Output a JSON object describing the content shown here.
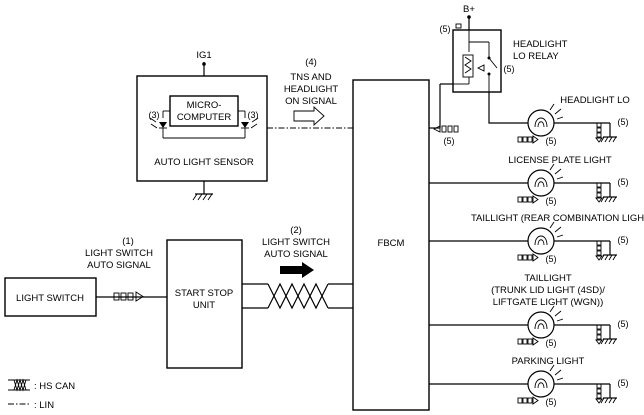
{
  "blocks": {
    "light_switch": "LIGHT SWITCH",
    "start_stop_line1": "START STOP",
    "start_stop_line2": "UNIT",
    "fbcm": "FBCM",
    "micro_line1": "MICRO-",
    "micro_line2": "COMPUTER",
    "auto_light_sensor": "AUTO LIGHT SENSOR",
    "relay_line1": "HEADLIGHT",
    "relay_line2": "LO RELAY"
  },
  "power": {
    "ig1": "IG1",
    "bplus": "B+"
  },
  "signals": {
    "s1_num": "(1)",
    "s1_line1": "LIGHT SWITCH",
    "s1_line2": "AUTO SIGNAL",
    "s2_num": "(2)",
    "s2_line1": "LIGHT SWITCH",
    "s2_line2": "AUTO SIGNAL",
    "s4_num": "(4)",
    "s4_line1": "TNS AND",
    "s4_line2": "HEADLIGHT",
    "s4_line3": "ON SIGNAL"
  },
  "loads": [
    {
      "lines": [
        "HEADLIGHT LO"
      ]
    },
    {
      "lines": [
        "LICENSE PLATE LIGHT"
      ]
    },
    {
      "lines": [
        "TAILLIGHT (REAR COMBINATION LIGHT)"
      ]
    },
    {
      "lines": [
        "TAILLIGHT",
        "(TRUNK LID LIGHT (4SD)/",
        "LIFTGATE LIGHT (WGN))"
      ]
    },
    {
      "lines": [
        "PARKING LIGHT"
      ]
    }
  ],
  "ref3": "(3)",
  "ref5": "(5)",
  "legend": {
    "hs_can": ": HS CAN",
    "lin": ": LIN"
  }
}
